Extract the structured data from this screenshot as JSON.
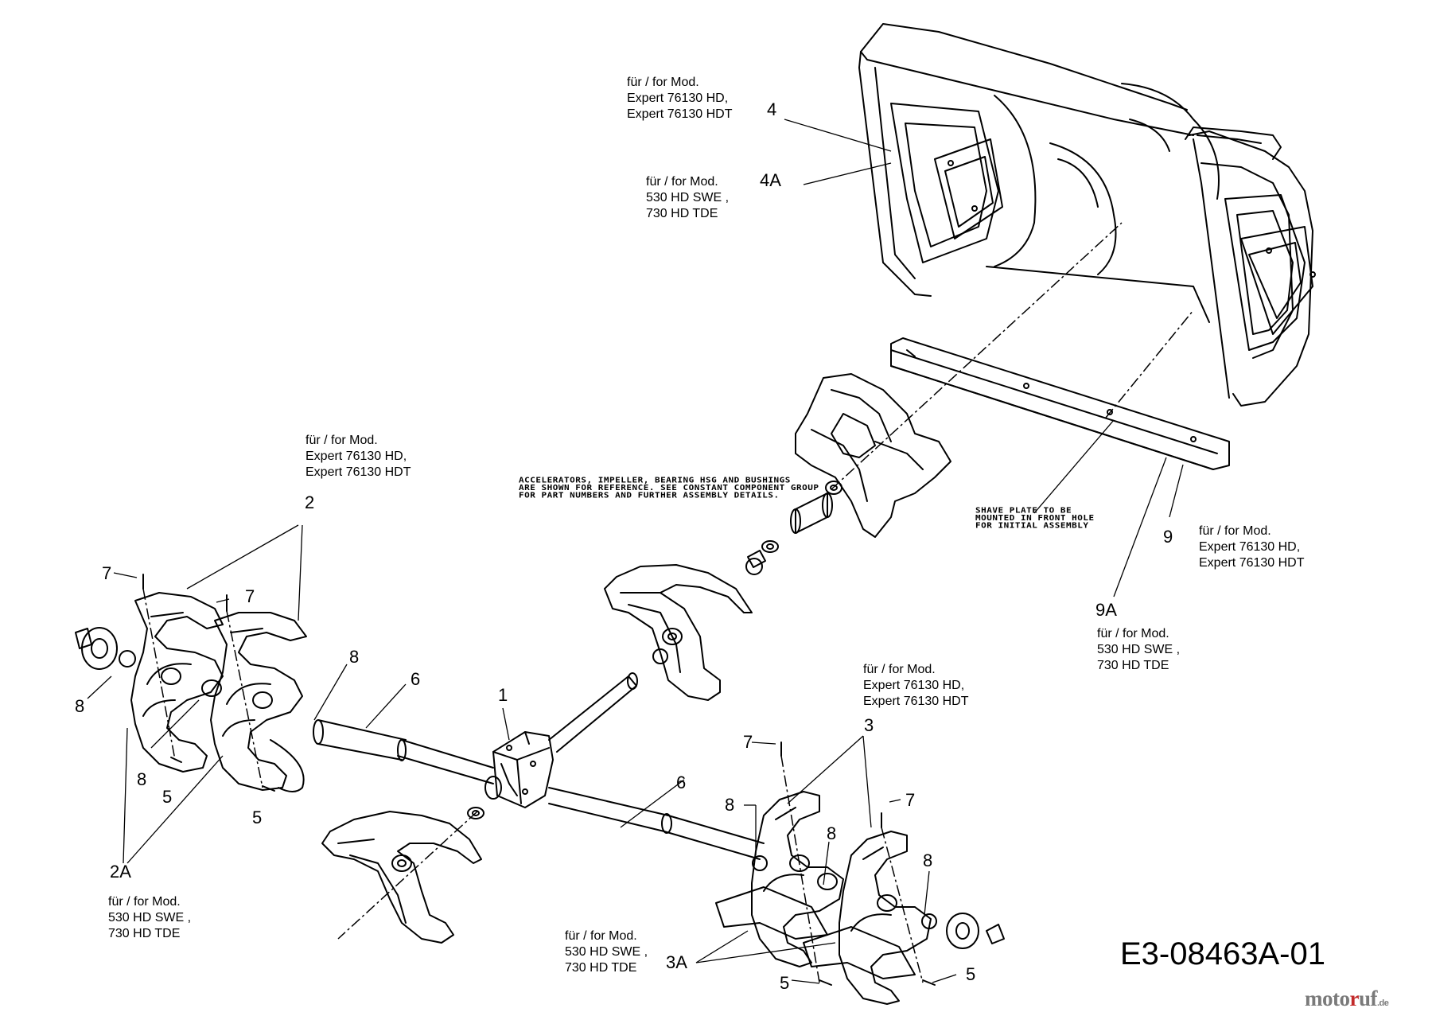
{
  "notes": {
    "housing_expert": "für / for Mod.\nExpert 76130 HD,\nExpert 76130 HDT",
    "housing_hd": "für / for Mod.\n530 HD SWE ,\n730 HD TDE",
    "auger_left_expert": "für / for Mod.\nExpert 76130 HD,\nExpert 76130 HDT",
    "auger_left_hd": "für / for Mod.\n530 HD SWE ,\n730 HD TDE",
    "auger_right_expert": "für / for Mod.\nExpert 76130 HD,\nExpert 76130 HDT",
    "auger_right_hd": "für / for Mod.\n530 HD SWE ,\n730 HD TDE",
    "shave_expert": "für / for Mod.\nExpert 76130 HD,\nExpert 76130 HDT",
    "shave_hd": "für / for Mod.\n530 HD SWE ,\n730 HD TDE"
  },
  "caps_notes": {
    "accelerators": "ACCELERATORS, IMPELLER, BEARING HSG AND BUSHINGS\nARE SHOWN FOR REFERENCE. SEE CONSTANT COMPONENT GROUP\nFOR PART NUMBERS AND FURTHER ASSEMBLY DETAILS.",
    "shave_plate": "SHAVE PLATE TO BE\nMOUNTED IN FRONT HOLE\nFOR INITIAL ASSEMBLY"
  },
  "callouts": {
    "c4": "4",
    "c4a": "4A",
    "c2": "2",
    "c2a": "2A",
    "c1": "1",
    "c6a": "6",
    "c6b": "6",
    "c3": "3",
    "c3a": "3A",
    "c9": "9",
    "c9a": "9A",
    "c7a": "7",
    "c7b": "7",
    "c7c": "7",
    "c7d": "7",
    "c8a": "8",
    "c8b": "8",
    "c8c": "8",
    "c8d": "8",
    "c8e": "8",
    "c8f": "8",
    "c5a": "5",
    "c5b": "5",
    "c5c": "5",
    "c5d": "5"
  },
  "drawing_code": "E3-08463A-01",
  "brand": {
    "part1": "moto",
    "part2": "r",
    "part3": "uf",
    "tld": ".de"
  }
}
